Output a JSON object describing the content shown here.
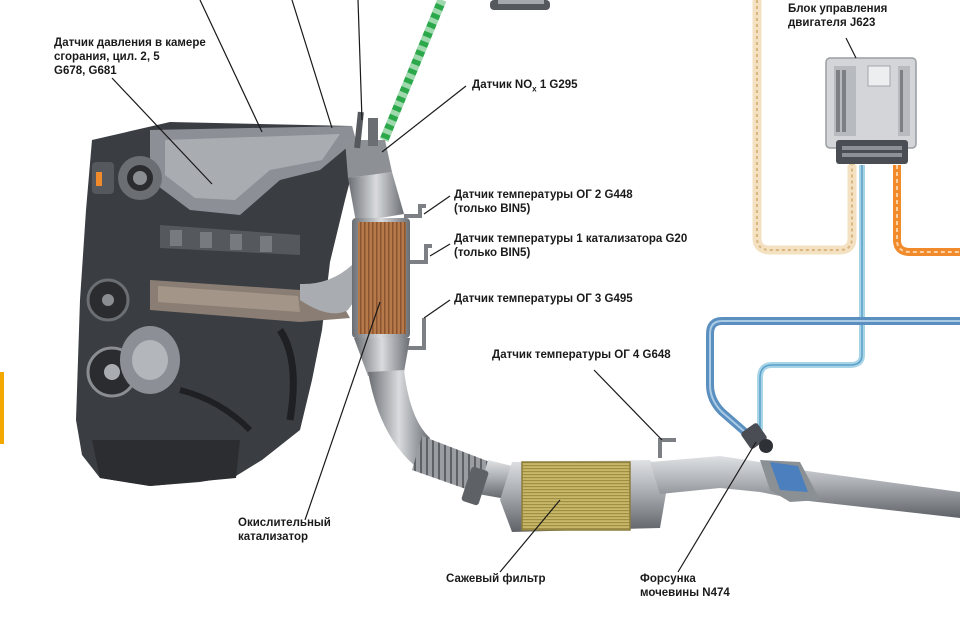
{
  "labels": {
    "combustion_pressure": [
      "Датчик давления в камере",
      "сгорания, цил. 2, 5",
      "G678, G681"
    ],
    "nox_prefix": "Датчик NO",
    "nox_sub": "x",
    "nox_suffix": " 1 G295",
    "egt2": [
      "Датчик температуры ОГ 2 G448",
      "(только BIN5)"
    ],
    "cat_temp1": [
      "Датчик температуры 1 катализатора G20",
      "(только BIN5)"
    ],
    "egt3": "Датчик температуры ОГ 3 G495",
    "egt4": "Датчик температуры ОГ 4 G648",
    "ecu": [
      "Блок управления",
      "двигателя J623"
    ],
    "oxidation_cat": [
      "Окислительный",
      "катализатор"
    ],
    "dpf": "Сажевый фильтр",
    "urea_injector": [
      "Форсунка",
      "мочевины N474"
    ]
  },
  "colors": {
    "background": "#ffffff",
    "engine_dark": "#3a3d42",
    "engine_mid": "#6b6e73",
    "engine_light": "#c4c6c9",
    "pipe_steel": "#a9adb2",
    "catalyst_copper": "#b67a4a",
    "dpf_gold": "#c9b86a",
    "wire_tan": "#e6c99a",
    "wire_orange": "#f08a2a",
    "line_blue": "#5a8fc0",
    "green_hose": "#2aa84a",
    "accent_yellow": "#f2a800"
  }
}
